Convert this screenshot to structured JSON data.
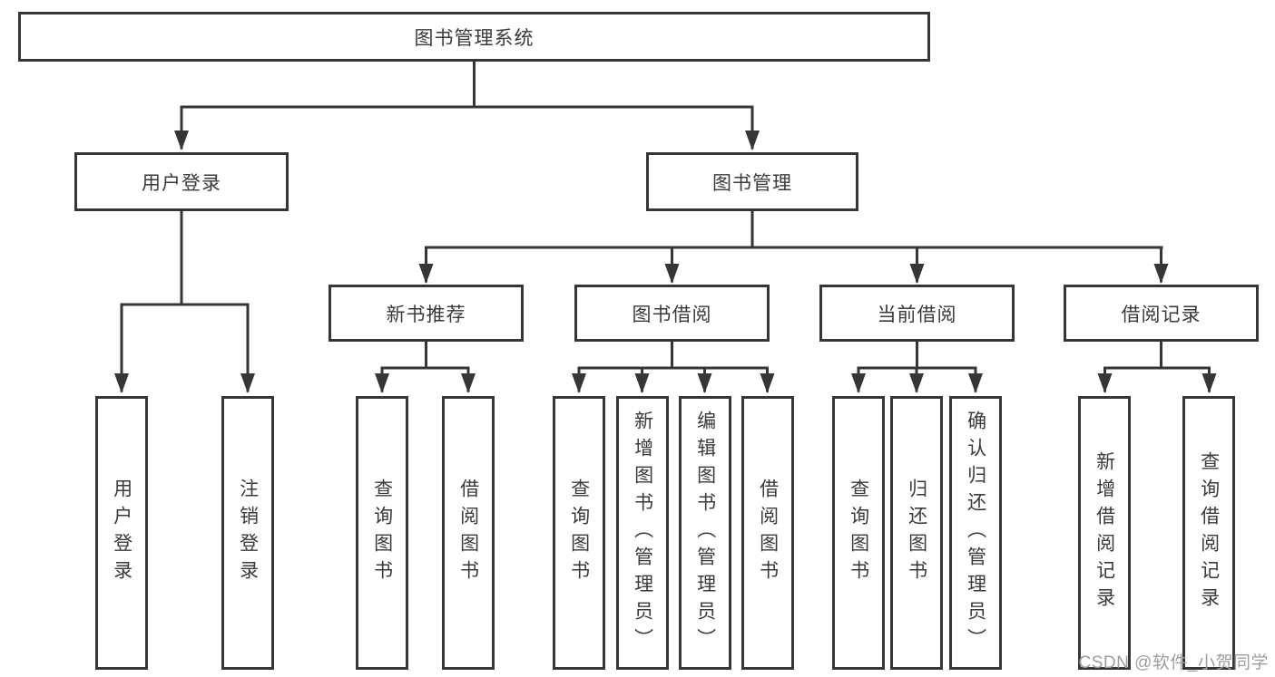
{
  "colors": {
    "line": "#363636",
    "text": "#3a3a3a",
    "background": "#ffffff",
    "watermark": "#9e9ea0"
  },
  "watermark": {
    "text": "CSDN @软件_小贺同学"
  },
  "tree": {
    "label": "图书管理系统",
    "children": [
      {
        "label": "用户登录",
        "children": [
          {
            "label": "用户登录"
          },
          {
            "label": "注销登录"
          }
        ]
      },
      {
        "label": "图书管理",
        "children": [
          {
            "label": "新书推荐",
            "children": [
              {
                "label": "查询图书"
              },
              {
                "label": "借阅图书"
              }
            ]
          },
          {
            "label": "图书借阅",
            "children": [
              {
                "label": "查询图书"
              },
              {
                "label": "新增图书（管理员）"
              },
              {
                "label": "编辑图书（管理员）"
              },
              {
                "label": "借阅图书"
              }
            ]
          },
          {
            "label": "当前借阅",
            "children": [
              {
                "label": "查询图书"
              },
              {
                "label": "归还图书"
              },
              {
                "label": "确认归还（管理员）"
              }
            ]
          },
          {
            "label": "借阅记录",
            "children": [
              {
                "label": "新增借阅记录"
              },
              {
                "label": "查询借阅记录"
              }
            ]
          }
        ]
      }
    ]
  }
}
